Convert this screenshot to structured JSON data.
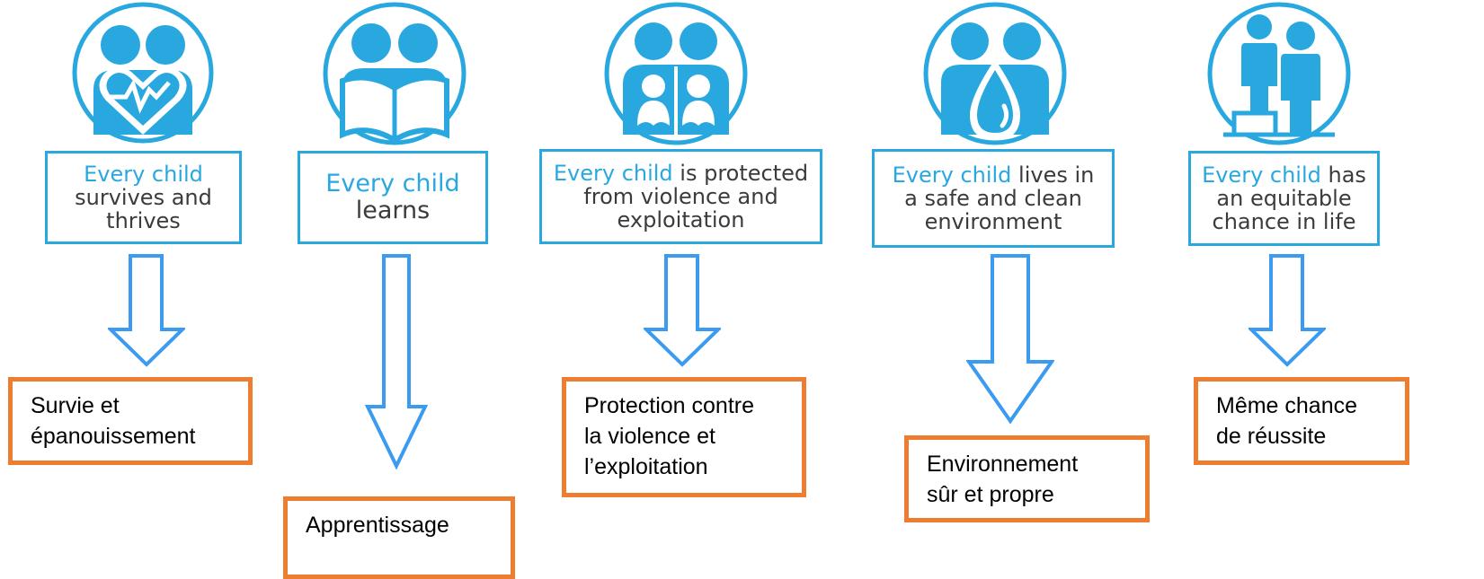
{
  "goals": [
    {
      "icon": "heart-with-pulse-children-icon",
      "highlight": "Every child",
      "lines": [
        [
          "Every child",
          ""
        ],
        [
          "",
          "survives and"
        ],
        [
          "",
          "thrives"
        ]
      ],
      "french": [
        "Survie et",
        "épanouissement"
      ]
    },
    {
      "icon": "children-reading-book-icon",
      "highlight": "Every child",
      "lines": [
        [
          "Every child",
          ""
        ],
        [
          "",
          "learns"
        ]
      ],
      "french": [
        "Apprentissage"
      ]
    },
    {
      "icon": "parents-holding-children-icon",
      "highlight": "Every child",
      "lines": [
        [
          "Every child",
          " is protected"
        ],
        [
          "",
          "from violence and"
        ],
        [
          "",
          "exploitation"
        ]
      ],
      "french": [
        "Protection contre",
        "la violence et",
        "l’exploitation"
      ]
    },
    {
      "icon": "children-with-water-drop-icon",
      "highlight": "Every child",
      "lines": [
        [
          "Every child",
          " lives in"
        ],
        [
          "",
          "a safe and clean"
        ],
        [
          "",
          "environment"
        ]
      ],
      "french": [
        "Environnement",
        "sûr et propre"
      ]
    },
    {
      "icon": "children-on-steps-icon",
      "highlight": "Every child",
      "lines": [
        [
          "Every child",
          " has"
        ],
        [
          "",
          "an equitable"
        ],
        [
          "",
          "chance in life"
        ]
      ],
      "french": [
        "Même chance",
        "de réussite"
      ]
    }
  ],
  "colors": {
    "accent_blue": "#29a8e0",
    "arrow_blue": "#3a9bf0",
    "orange": "#ed7d31",
    "text": "#3b3b3b"
  }
}
